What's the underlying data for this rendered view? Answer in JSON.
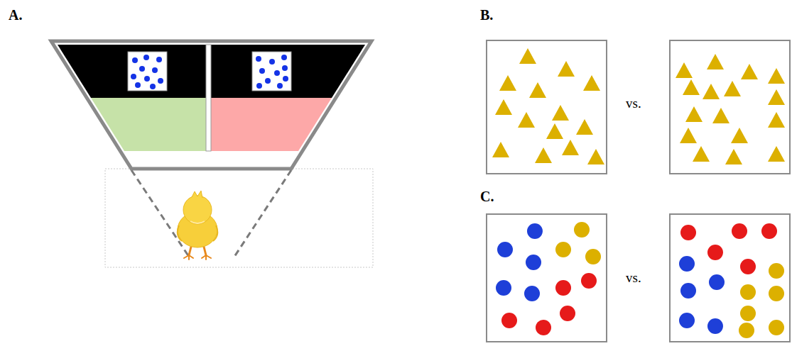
{
  "diagram": {
    "labels": [
      "A.",
      "B.",
      "vs.",
      "C.",
      "vs."
    ]
  }
}
